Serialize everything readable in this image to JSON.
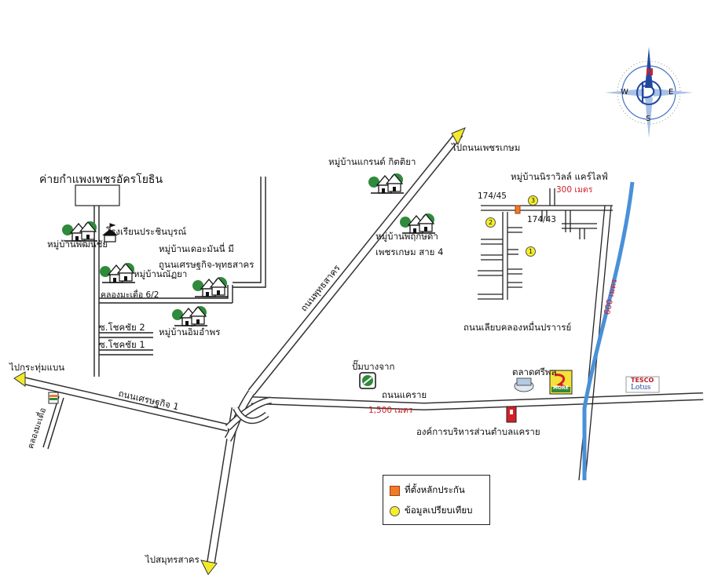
{
  "labels": {
    "camp": "ค่ายกำแพงเพชรอัครโยธิน",
    "school": "โรงเรียนประชินบุรณ์",
    "village_phatthana": "หมู่บ้านพัฒนชัย",
    "village_the_money": "หมู่บ้านเดอะมันนี่ มี",
    "road_setthakit_phuttha": "ถูนนเศรษฐกิจ-พุทธสาคร",
    "village_nanthiya": "หมู่บ้านณัฏยา",
    "canal_6_2": "คลองมะเดื่อ 6/2",
    "soi_chokchai_2": "ซ.โชคชัย 2",
    "soi_chokchai_1": "ซ.โชคชัย 1",
    "village_im_om_phon": "หมู่บ้านอิ่มอำพร",
    "to_krathum_baen": "ไปกระทุ่มแบน",
    "canal_makua": "คลองมะเดื่อ",
    "road_setthakit1": "ถนนเศรษฐกิจ 1",
    "to_samut_sakhon": "ไปสมุทรสาคร",
    "road_phuttha_sakhon": "ถนนพุทธสาคร",
    "to_phet_kasem": "ไปถนนเพชรเกษม",
    "village_grand_kittiya": "หมู่บ้านแกรนด์ กิตติยา",
    "village_phruksa_1": "หมู่บ้านพฤกษดา",
    "village_phruksa_2": "เพชรเกษม สาย 4",
    "village_nirawin_care": "หมู่บ้านนิราวิลล์ แคร์ไลฟ์",
    "dist_300": "300 เมตร",
    "addr_17445": "174/45",
    "addr_17443": "174/43",
    "road_liap_khlong": "ถนนเลียบคลองหมื่นปราารย์",
    "dist_600": "600 เมตร",
    "gas_station": "ปั๊มบางจาก",
    "road_khae_rai": "ถนนแคราย",
    "dist_1500": "1,500 เมตร",
    "market": "ตลาดศรีพล",
    "more_brand": "MORE",
    "tesco_1": "TESCO",
    "tesco_2": "Lotus",
    "sao_office": "องค์การบริหารส่วนตำบลแคราย",
    "compass_n": "N",
    "compass_s": "S",
    "compass_e": "E",
    "compass_w": "W",
    "marker_1": "1",
    "marker_2": "2",
    "marker_3": "3"
  },
  "legend": {
    "pin_label": "ที่ตั้งหลักประกัน",
    "compare_label": "ข้อมูลเปรียบเทียบ"
  },
  "colors": {
    "road_casing": "#333333",
    "river": "#4a90d9",
    "distance_text": "#d4202a",
    "arrow_fill": "#f2ea2a",
    "house_green": "#2f8a3c",
    "pin": "#f07a28",
    "compare_dot": "#f6ee2a"
  }
}
